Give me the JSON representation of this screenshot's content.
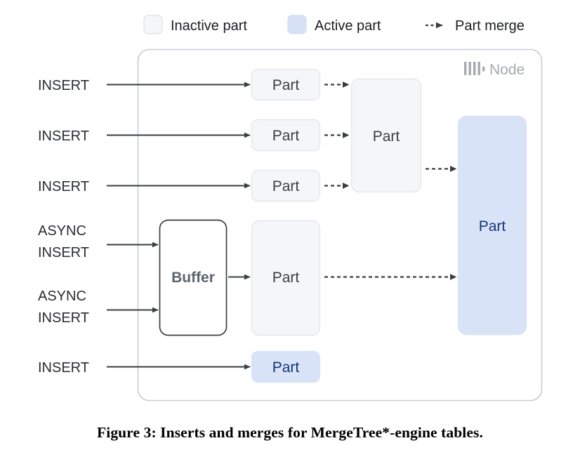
{
  "legend": {
    "items": [
      {
        "label": "Inactive part",
        "swatch_color": "#f4f6f9",
        "swatch_border": "#dfe3ea",
        "kind": "swatch"
      },
      {
        "label": "Active part",
        "swatch_color": "#d6e1f6",
        "swatch_border": "#d6e1f6",
        "kind": "swatch"
      },
      {
        "label": "Part merge",
        "line_color": "#3a3d42",
        "kind": "dashed-arrow"
      }
    ]
  },
  "node": {
    "title": "Node",
    "icon": "clickhouse-logo-icon",
    "border_color": "#c8cbd4"
  },
  "flows": [
    {
      "id": "insert-1",
      "label": "INSERT"
    },
    {
      "id": "insert-2",
      "label": "INSERT"
    },
    {
      "id": "insert-3",
      "label": "INSERT"
    },
    {
      "id": "async-insert-1",
      "label_line1": "ASYNC",
      "label_line2": "INSERT"
    },
    {
      "id": "async-insert-2",
      "label_line1": "ASYNC",
      "label_line2": "INSERT"
    },
    {
      "id": "insert-4",
      "label": "INSERT"
    }
  ],
  "boxes": {
    "part_inactive_1": {
      "label": "Part",
      "state": "inactive"
    },
    "part_inactive_2": {
      "label": "Part",
      "state": "inactive"
    },
    "part_inactive_3": {
      "label": "Part",
      "state": "inactive"
    },
    "part_merged_mid": {
      "label": "Part",
      "state": "inactive"
    },
    "part_async": {
      "label": "Part",
      "state": "inactive"
    },
    "buffer": {
      "label": "Buffer",
      "state": "buffer"
    },
    "part_active_final": {
      "label": "Part",
      "state": "active"
    },
    "part_active_bottom": {
      "label": "Part",
      "state": "active"
    }
  },
  "colors": {
    "inactive_fill": "#f4f6f9",
    "inactive_border": "#e4e7ed",
    "active_fill": "#d9e3f8",
    "active_text": "#15357a",
    "buffer_fill": "#ffffff",
    "buffer_border": "#3c4043",
    "arrow": "#3a3d42",
    "node_border": "#c8cbd4",
    "node_text": "#a7a9ad"
  },
  "caption": {
    "text": "Figure 3: Inserts and merges for MergeTree*-engine tables."
  }
}
